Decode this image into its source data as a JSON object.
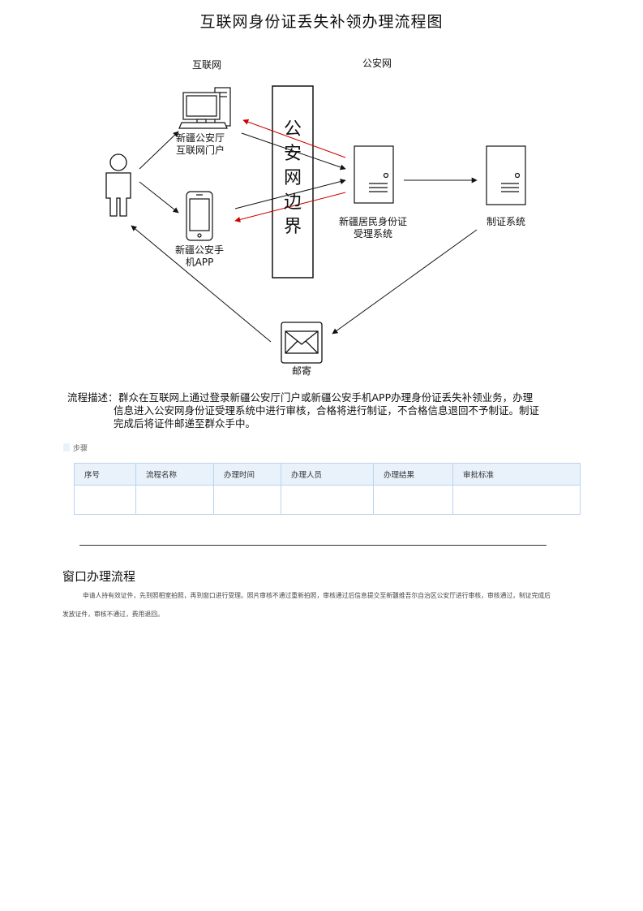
{
  "page_title": "互联网身份证丢失补领办理流程图",
  "diagram": {
    "zone_internet": "互联网",
    "zone_police": "公安网",
    "portal_label_1": "新疆公安厅",
    "portal_label_2": "互联网门户",
    "app_label_1": "新疆公安手",
    "app_label_2": "机APP",
    "border_chars": [
      "公",
      "安",
      "网",
      "边",
      "界"
    ],
    "acceptance_label_1": "新疆居民身份证",
    "acceptance_label_2": "受理系统",
    "production_label": "制证系统",
    "mail_label": "邮寄",
    "colors": {
      "line": "#111111",
      "return_arrow": "#cc0000"
    }
  },
  "description": {
    "prefix": "流程描述：",
    "line1": "群众在互联网上通过登录新疆公安厅门户或新疆公安手机APP办理身份证丢失补领业务，办理",
    "line2": "信息进入公安网身份证受理系统中进行审核，合格将进行制证，不合格信息退回不予制证。制证",
    "line3": "完成后将证件邮递至群众手中。"
  },
  "steps": {
    "title": "步骤",
    "columns": [
      "序号",
      "流程名称",
      "办理时间",
      "办理人员",
      "办理结果",
      "审批标准"
    ],
    "rows": [
      [
        "",
        "",
        "",
        "",
        "",
        ""
      ]
    ]
  },
  "window_section": {
    "title": "窗口办理流程",
    "body": "申请人持有效证件，先到照相室拍照，再到窗口进行受理。照片审核不通过重新拍照，审核通过后信息提交至新疆维吾尔自治区公安厅进行审核，审核通过，制证完成后发放证件，审核不通过，费用退回。"
  }
}
